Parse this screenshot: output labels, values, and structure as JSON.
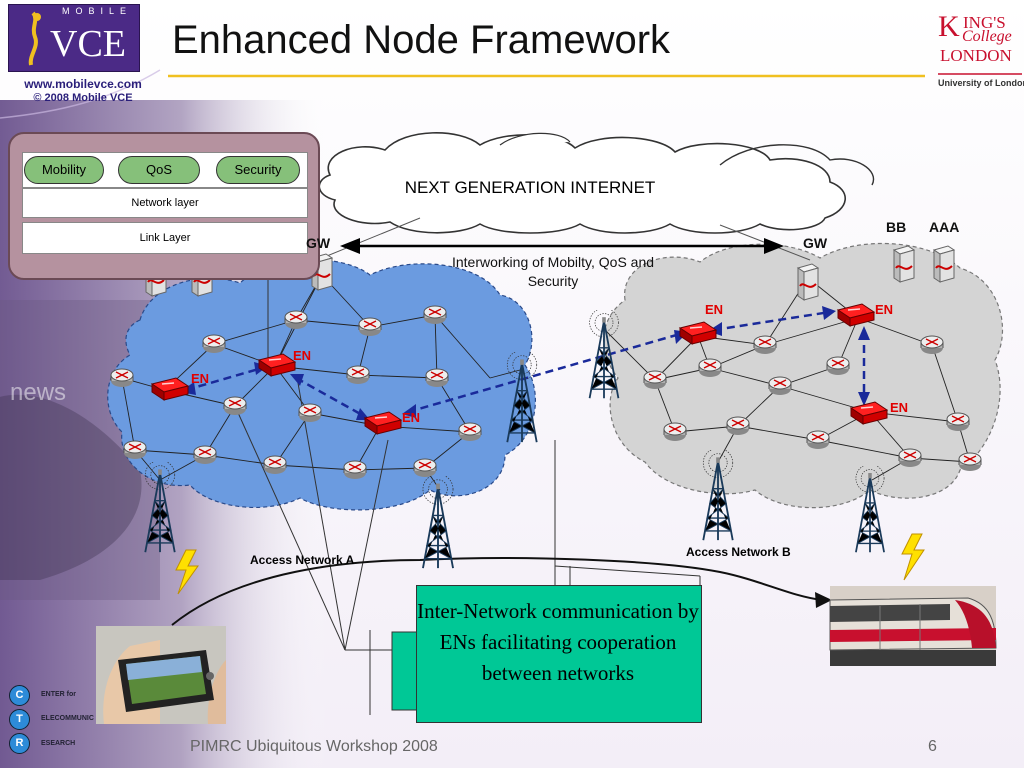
{
  "title": "Enhanced Node Framework",
  "logo_left": {
    "mobile": "MOBILE",
    "vce": "VCE",
    "url": "www.mobilevce.com",
    "copyright": "© 2008 Mobile VCE"
  },
  "logo_right": {
    "k": "K",
    "ings": "ING'S",
    "college": "College",
    "london": "LONDON",
    "university": "University of London"
  },
  "protocol_stack": {
    "mobility": "Mobility",
    "qos": "QoS",
    "security": "Security",
    "network_layer": "Network layer",
    "link_layer": "Link Layer"
  },
  "cloud_label": "NEXT GENERATION INTERNET",
  "gw_left": "GW",
  "gw_right": "GW",
  "bb": "BB",
  "aaa": "AAA",
  "interworking": "Interworking of Mobilty, QoS and Security",
  "en_label": "EN",
  "access_a": "Access Network A",
  "access_b": "Access Network B",
  "green_box": "Inter-Network communication by ENs facilitating cooperation between networks",
  "ctr": {
    "c": "C",
    "t": "T",
    "r": "R",
    "line1": "ENTER for",
    "line2": "ELECOMMUNIC",
    "line3": "ESEARCH"
  },
  "footer": "PIMRC Ubiquitous Workshop 2008",
  "page_number": "6",
  "colors": {
    "network_a": "#6b9be0",
    "network_b": "#d4d4d4",
    "accent_line": "#f0c020",
    "en_red": "#e00000",
    "green_box": "#00c896"
  },
  "icons": [
    "router-icon",
    "enhanced-node-icon",
    "server-icon",
    "antenna-tower-icon",
    "lightning-icon",
    "handheld-device-photo",
    "train-photo"
  ]
}
